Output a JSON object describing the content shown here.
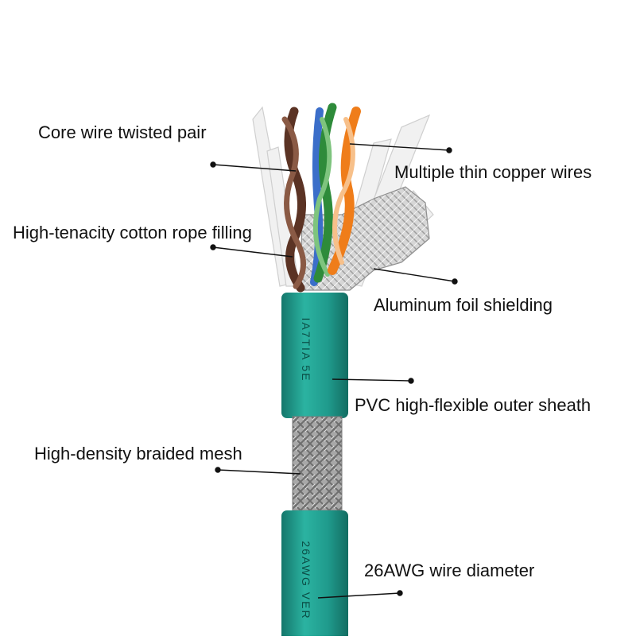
{
  "labels": {
    "core_wire": "Core wire twisted pair",
    "copper_wires": "Multiple thin copper wires",
    "cotton_filling": "High-tenacity cotton rope filling",
    "foil_shielding": "Aluminum foil shielding",
    "outer_sheath": "PVC high-flexible outer sheath",
    "braided_mesh": "High-density braided mesh",
    "wire_diameter": "26AWG wire diameter"
  },
  "cable_print": {
    "upper": "IA7TIA 5E",
    "lower": "26AWG VER"
  },
  "colors": {
    "sheath_teal": "#1f9a8c",
    "foil_silver": "#c8c8c8",
    "braid_gray": "#9a9a9a",
    "pair_brown": "#5b3324",
    "pair_green": "#2e8b3a",
    "pair_orange": "#ef7d1a",
    "pair_blue": "#3b6ec9"
  }
}
